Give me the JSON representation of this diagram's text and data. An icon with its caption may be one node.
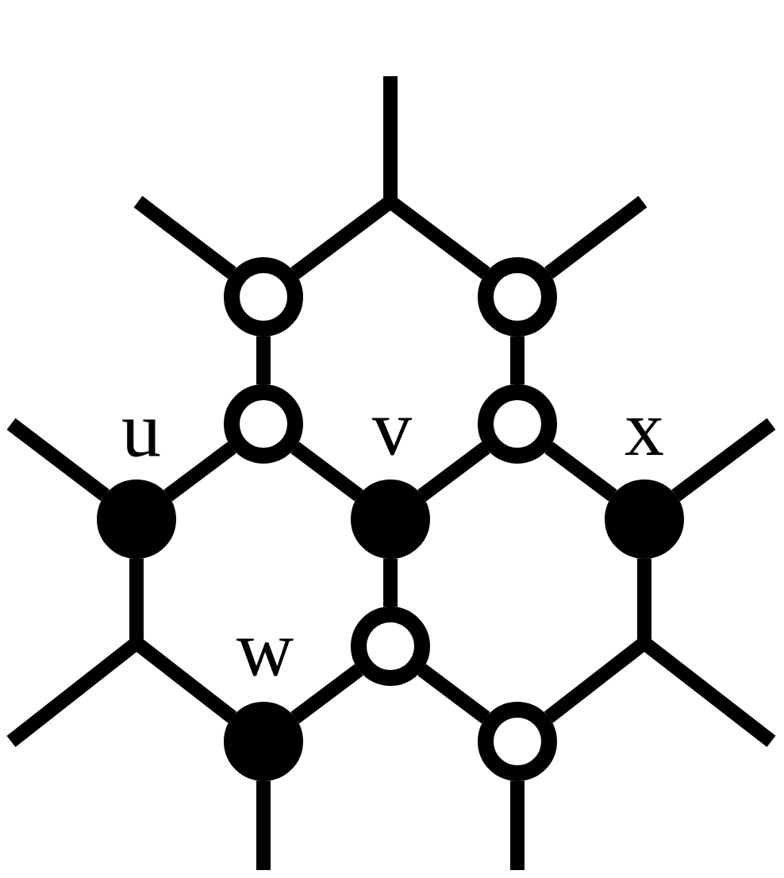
{
  "diagram": {
    "nodes": [
      {
        "text": [],
        "shape": "circle"
      },
      {
        "text": [],
        "shape": "circle"
      },
      {
        "text": [],
        "shape": "circle"
      },
      {
        "text": [],
        "shape": "circle"
      },
      {
        "text": [],
        "shape": "dot",
        "beside": [
          "u"
        ]
      },
      {
        "text": [],
        "shape": "dot",
        "beside": [
          "v"
        ]
      },
      {
        "text": [],
        "shape": "dot",
        "beside": [
          "x"
        ]
      },
      {
        "text": [],
        "shape": "circle"
      },
      {
        "text": [],
        "shape": "dot",
        "beside": [
          "w"
        ]
      },
      {
        "text": [],
        "shape": "circle"
      }
    ],
    "edges": [
      {
        "from": 0,
        "to": 2,
        "arrow": "none"
      },
      {
        "from": 1,
        "to": 3,
        "arrow": "none"
      },
      {
        "from": 2,
        "to": 4,
        "arrow": "none"
      },
      {
        "from": 2,
        "to": 5,
        "arrow": "none"
      },
      {
        "from": 3,
        "to": 5,
        "arrow": "none"
      },
      {
        "from": 3,
        "to": 6,
        "arrow": "none"
      },
      {
        "from": 5,
        "to": 7,
        "arrow": "none"
      },
      {
        "from": 7,
        "to": 8,
        "arrow": "none"
      },
      {
        "from": 7,
        "to": 9,
        "arrow": "none"
      },
      {
        "from": 0,
        "to": 1,
        "arrow": "none"
      },
      {
        "from": 4,
        "to": 8,
        "arrow": "none"
      },
      {
        "from": 6,
        "to": 9,
        "arrow": "none"
      },
      {
        "from": 0,
        "to": null,
        "arrow": "none"
      },
      {
        "from": 1,
        "to": null,
        "arrow": "none"
      },
      {
        "from": 4,
        "to": null,
        "arrow": "none"
      },
      {
        "from": 6,
        "to": null,
        "arrow": "none"
      },
      {
        "from": 8,
        "to": null,
        "arrow": "none"
      },
      {
        "from": 9,
        "to": null,
        "arrow": "none"
      },
      {
        "from": 0,
        "to": null,
        "arrow": "none"
      },
      {
        "from": 1,
        "to": null,
        "arrow": "none"
      },
      {
        "from": 4,
        "to": null,
        "arrow": "none"
      },
      {
        "from": 8,
        "to": null,
        "arrow": "none"
      },
      {
        "from": 6,
        "to": null,
        "arrow": "none"
      },
      {
        "from": 9,
        "to": null,
        "arrow": "none"
      }
    ]
  }
}
